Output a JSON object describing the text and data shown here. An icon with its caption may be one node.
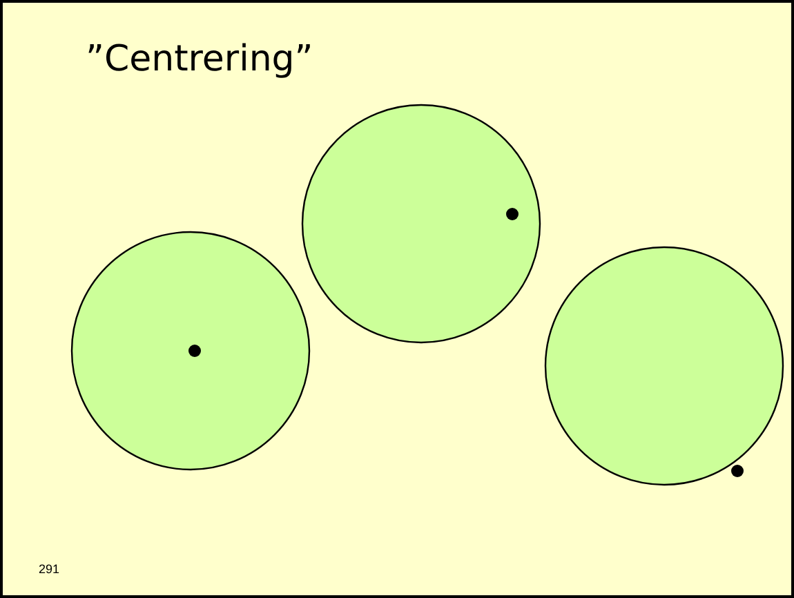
{
  "diagram": {
    "title": "”Centrering”",
    "nodes": [
      {
        "text": [],
        "shape": "circle"
      },
      {
        "text": [],
        "shape": "circle"
      },
      {
        "text": [],
        "shape": "circle"
      }
    ],
    "labels": [
      "291"
    ]
  }
}
